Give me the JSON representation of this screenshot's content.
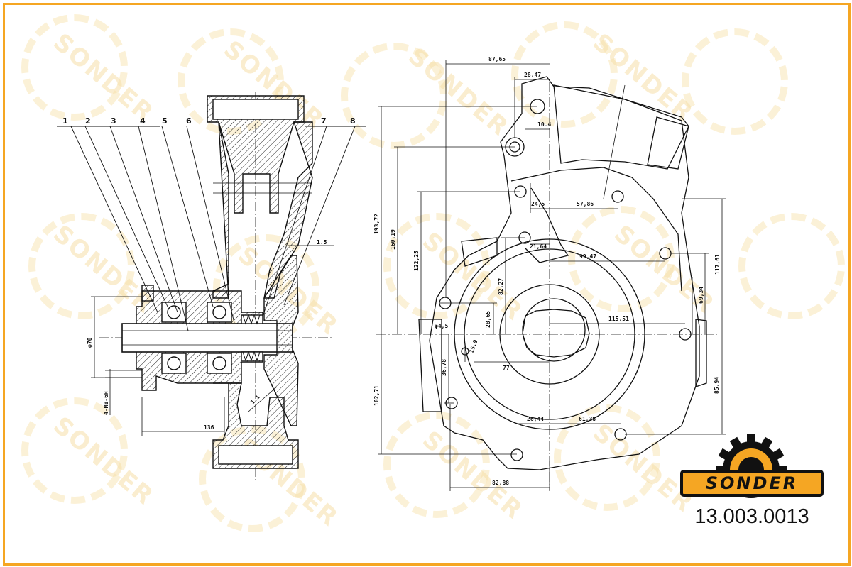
{
  "brand": {
    "name": "SONDER",
    "part_number": "13.003.0013",
    "accent_color": "#f5a623",
    "watermark_color": "#f7dfa8"
  },
  "callouts": [
    "1",
    "2",
    "3",
    "4",
    "5",
    "6",
    "7",
    "8"
  ],
  "dimensions": {
    "d1_5": "1.5",
    "d1_1": "1.1",
    "phi70": "φ70",
    "m8": "4-M8-6H",
    "d136": "136",
    "d87_65": "87,65",
    "d28_47": "28,47",
    "d10_4": "10.4",
    "d24_5": "24,5",
    "d57_86": "57,86",
    "d21_64": "21,64",
    "d99_47": "99,47",
    "d117_61": "117,61",
    "d193_72": "193,72",
    "d160_19": "160,19",
    "d122_25": "122,25",
    "d82_27": "82,27",
    "d69_34": "69,34",
    "phi4_5": "φ4,5",
    "d28_65": "28,65",
    "d115_51": "115,51",
    "d15_9": "15,9",
    "d36_78": "36,78",
    "d77": "77",
    "d85_94": "85,94",
    "d102_71": "102,71",
    "d26_44": "26,44",
    "d61_38": "61,38",
    "d82_88": "82,88"
  }
}
